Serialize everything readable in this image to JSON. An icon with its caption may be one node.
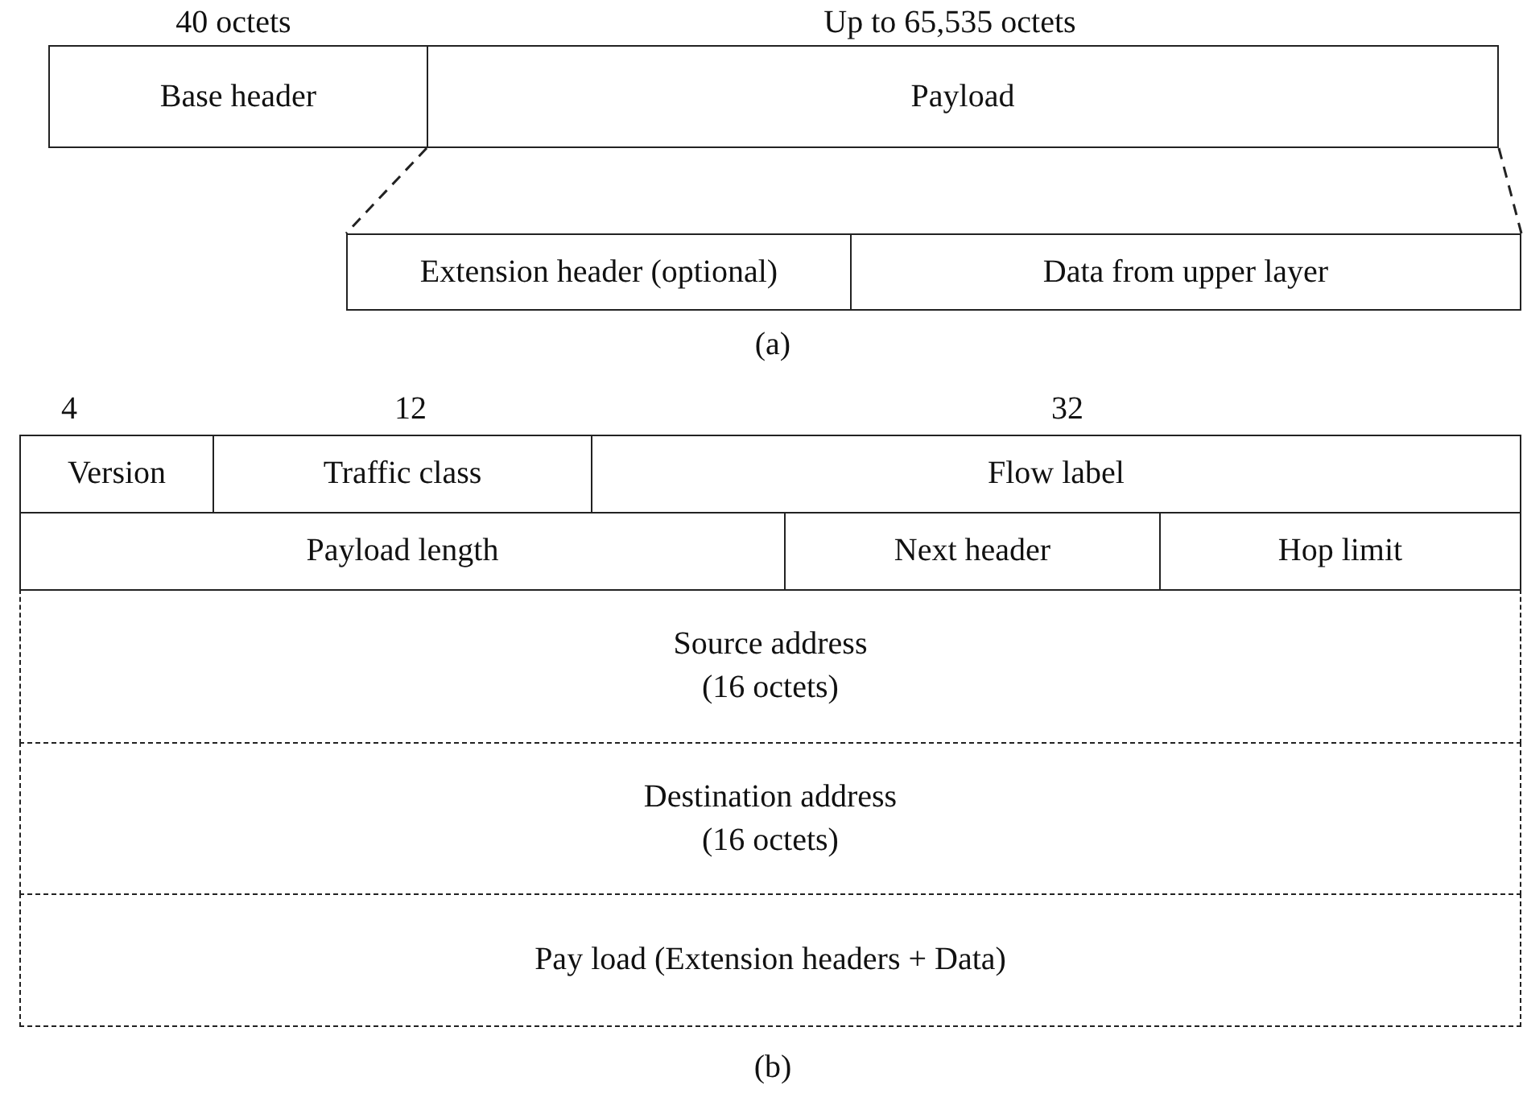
{
  "diagram": {
    "nodes": [
      {
        "text": [
          "Base header"
        ]
      },
      {
        "text": [
          "Payload"
        ]
      },
      {
        "text": [
          "Extension header (optional)"
        ]
      },
      {
        "text": [
          "Data from upper layer"
        ]
      },
      {
        "text": [
          "Version"
        ]
      },
      {
        "text": [
          "Traffic class"
        ]
      },
      {
        "text": [
          "Flow label"
        ]
      },
      {
        "text": [
          "Payload length"
        ]
      },
      {
        "text": [
          "Next header"
        ]
      },
      {
        "text": [
          "Hop limit"
        ]
      },
      {
        "text": [
          "Source address",
          "(16 octets)"
        ]
      },
      {
        "text": [
          "Destination address",
          "(16 octets)"
        ]
      },
      {
        "text": [
          "Pay load (Extension headers + Data)"
        ]
      }
    ],
    "edges": [
      {
        "from": 1,
        "to": 2,
        "arrow": "none",
        "style": "dashed"
      },
      {
        "from": 1,
        "to": 3,
        "arrow": "none",
        "style": "dashed"
      }
    ],
    "labels": [
      "40 octets",
      "Up to 65,535 octets",
      "(a)",
      "4",
      "12",
      "32",
      "(b)"
    ]
  }
}
